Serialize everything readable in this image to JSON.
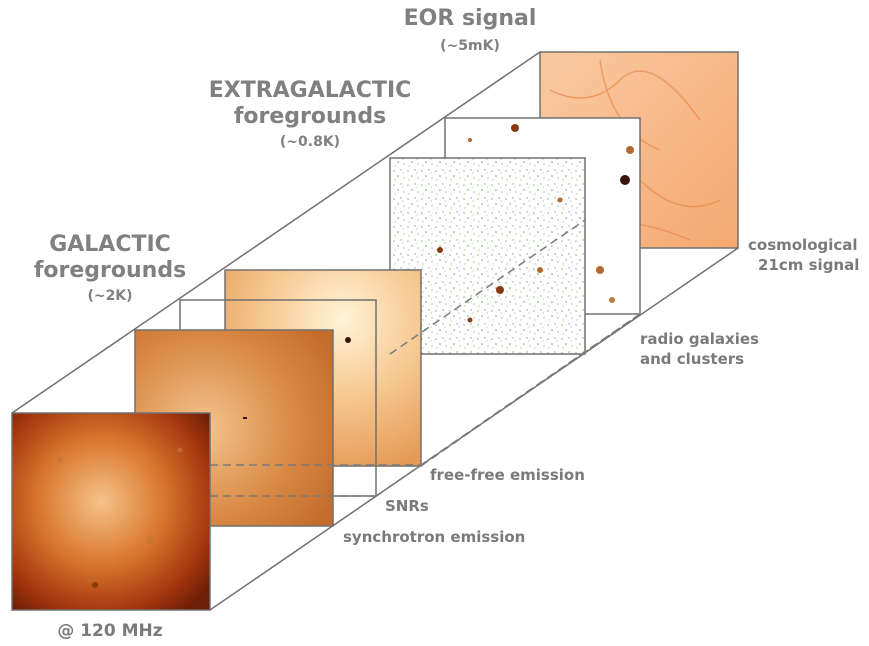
{
  "groups": {
    "eor": {
      "title": "EOR signal",
      "value": "(~5mK)"
    },
    "extragalactic": {
      "title_line1": "EXTRAGALACTIC",
      "title_line2": "foregrounds",
      "value": "(~0.8K)"
    },
    "galactic": {
      "title_line1": "GALACTIC",
      "title_line2": "foregrounds",
      "value": "(~2K)"
    }
  },
  "layers": {
    "cosmological": {
      "line1": "cosmological",
      "line2": "21cm signal"
    },
    "radio": {
      "line1": "radio galaxies",
      "line2": "and clusters"
    },
    "free_free": "free-free emission",
    "snrs": "SNRs",
    "synchrotron": "synchrotron emission"
  },
  "frequency": "@ 120 MHz"
}
